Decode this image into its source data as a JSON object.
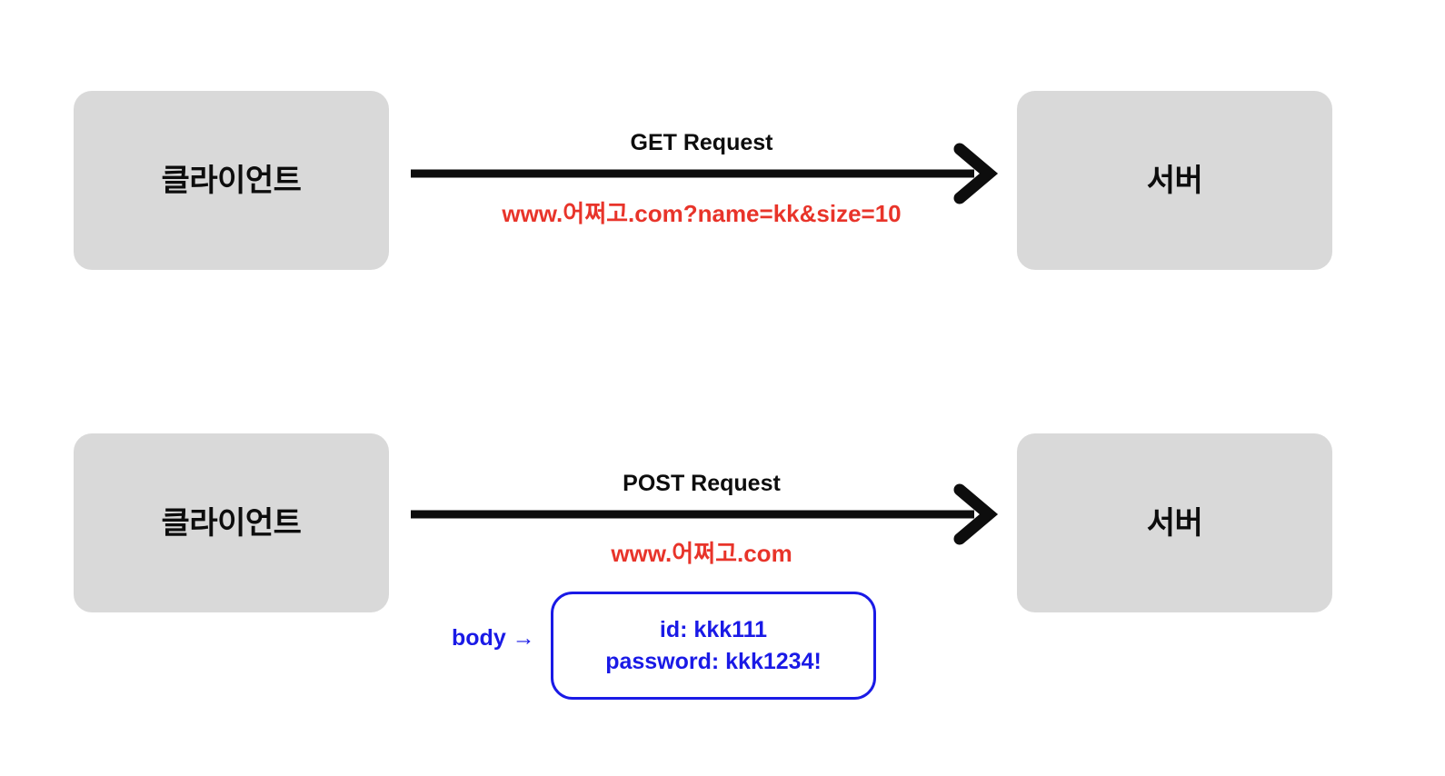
{
  "diagram": {
    "title": "HTTP GET vs POST Request Diagram",
    "colors": {
      "node_fill": "#d9d9d9",
      "arrow": "#0d0d0d",
      "url_text": "#e8342a",
      "body_text": "#1a1ae6",
      "background": "#ffffff"
    }
  },
  "flows": [
    {
      "id": "get",
      "client_label": "클라이언트",
      "server_label": "서버",
      "arrow_title": "GET Request",
      "url": "www.어쩌고.com?name=kk&size=10",
      "arrow_icon": "right-arrow-icon"
    },
    {
      "id": "post",
      "client_label": "클라이언트",
      "server_label": "서버",
      "arrow_title": "POST Request",
      "url": "www.어쩌고.com",
      "arrow_icon": "right-arrow-icon",
      "body": {
        "label": "body →",
        "lines": [
          "id: kkk111",
          "password: kkk1234!"
        ]
      }
    }
  ]
}
